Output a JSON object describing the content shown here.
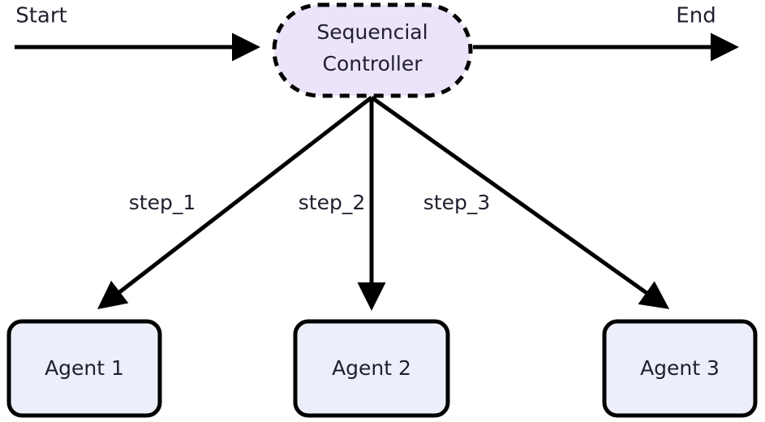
{
  "diagram": {
    "type": "flowchart",
    "direction": "top-down",
    "background_color": "#ffffff",
    "endpoints": {
      "start_label": "Start",
      "end_label": "End"
    },
    "controller": {
      "label_line1": "Sequencial",
      "label_line2": "Controller",
      "shape": "stadium",
      "border_style": "dashed",
      "fill_color": "#ece4fa",
      "stroke_color": "#000000",
      "text_color": "#1f1f2e"
    },
    "agents": [
      {
        "label": "Agent 1",
        "shape": "rounded-rectangle",
        "fill_color": "#eceff9",
        "stroke_color": "#000000"
      },
      {
        "label": "Agent 2",
        "shape": "rounded-rectangle",
        "fill_color": "#eceff9",
        "stroke_color": "#000000"
      },
      {
        "label": "Agent 3",
        "shape": "rounded-rectangle",
        "fill_color": "#eceff9",
        "stroke_color": "#000000"
      }
    ],
    "edge_labels": [
      "step_1",
      "step_2",
      "step_3"
    ]
  }
}
